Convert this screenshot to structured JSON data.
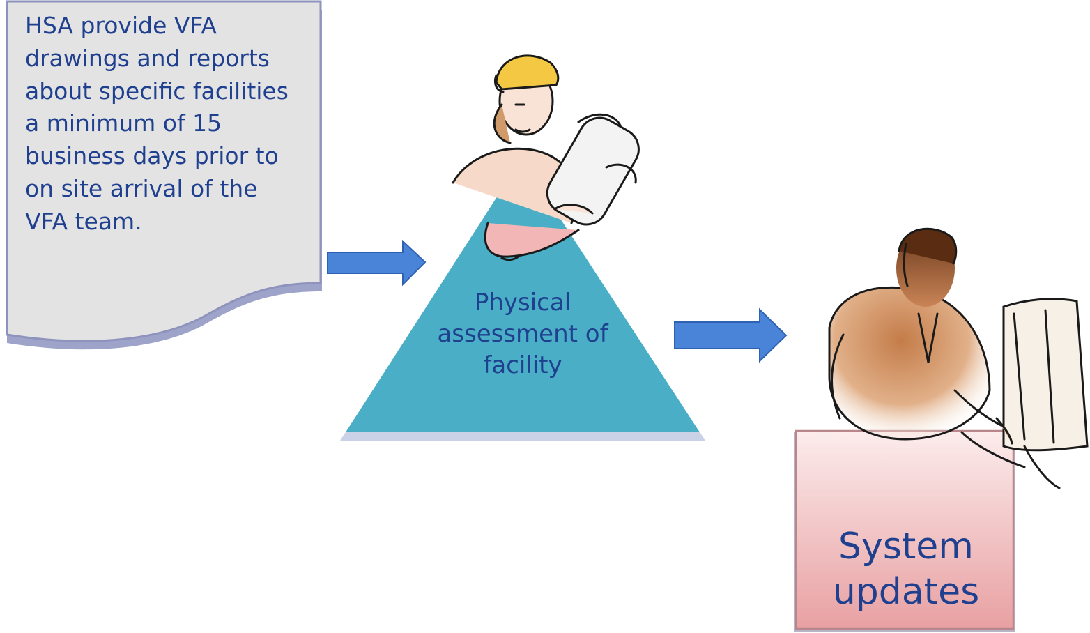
{
  "document_step": {
    "text": "HSA provide VFA drawings and reports about specific facilities a minimum of 15 business days prior to on site arrival of the VFA team."
  },
  "assessment_step": {
    "label": "Physical assessment of facility"
  },
  "update_step": {
    "label": "System updates"
  },
  "colors": {
    "document_fill": "#e3e3e3",
    "document_edge": "#9a9ec4",
    "triangle_fill": "#4aaec6",
    "arrow_fill": "#4a84d8",
    "arrow_stroke": "#2f61b2",
    "box_fill_top": "#fbe5e5",
    "box_fill_bottom": "#e9a3a3",
    "box_edge": "#b8868b",
    "text": "#1f3f8f"
  }
}
